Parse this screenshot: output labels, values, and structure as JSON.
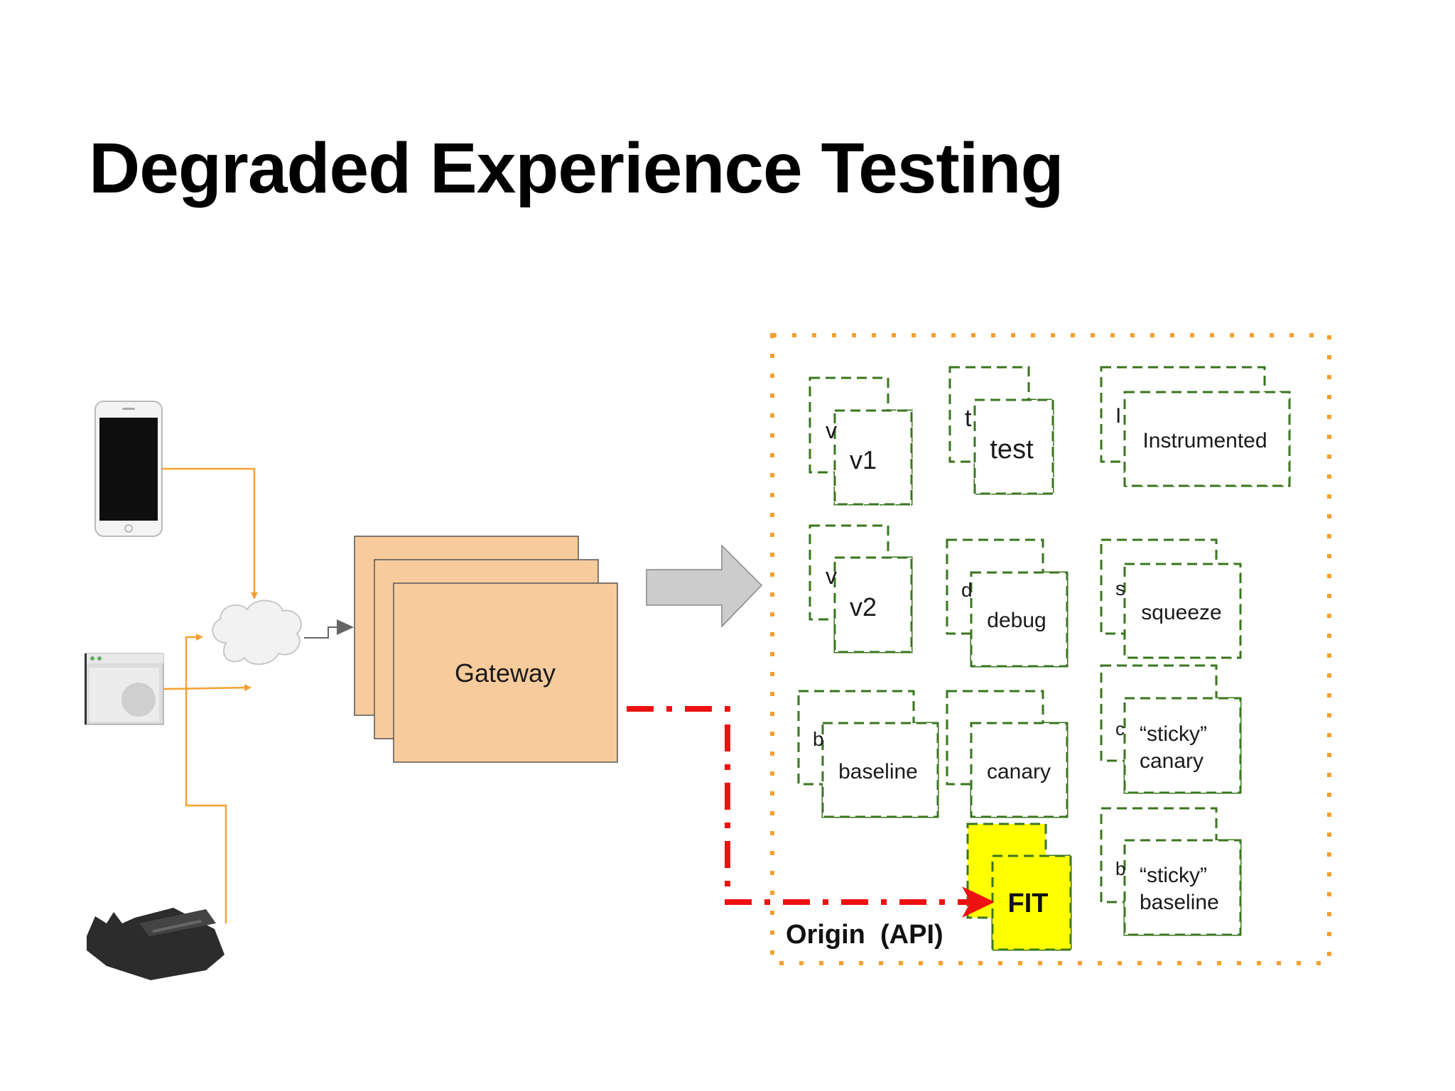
{
  "title": "Degraded Experience Testing",
  "gateway_label": "Gateway",
  "origin_label": "Origin  (API)",
  "fit_label": "FIT",
  "clusters": [
    {
      "id": "v1",
      "label": "v1",
      "peek": "v"
    },
    {
      "id": "test",
      "label": "test",
      "peek": "t"
    },
    {
      "id": "instrumented",
      "label": "Instrumented",
      "peek": "I"
    },
    {
      "id": "v2",
      "label": "v2",
      "peek": "v"
    },
    {
      "id": "debug",
      "label": "debug",
      "peek": "d"
    },
    {
      "id": "squeeze",
      "label": "squeeze",
      "peek": "s"
    },
    {
      "id": "baseline",
      "label": "baseline",
      "peek": "b"
    },
    {
      "id": "canary",
      "label": "canary",
      "peek": ""
    },
    {
      "id": "sticky-canary",
      "label_line1": "“sticky”",
      "label_line2": "canary",
      "peek": "c"
    },
    {
      "id": "sticky-baseline",
      "label_line1": "“sticky”",
      "label_line2": "baseline",
      "peek": "b"
    }
  ],
  "devices": [
    {
      "id": "phone",
      "icon": "smartphone-icon"
    },
    {
      "id": "browser",
      "icon": "browser-window-icon"
    },
    {
      "id": "set-top-box",
      "icon": "set-top-box-icon"
    }
  ],
  "colors": {
    "gateway_fill": "#f8cb9c",
    "gateway_stroke": "#555555",
    "cluster_dash": "#38761d",
    "origin_dash": "#f6a030",
    "device_lines": "#f6a030",
    "fit_fill": "#ffff00",
    "fit_path": "#ee1111",
    "big_arrow": "#cccccc"
  }
}
